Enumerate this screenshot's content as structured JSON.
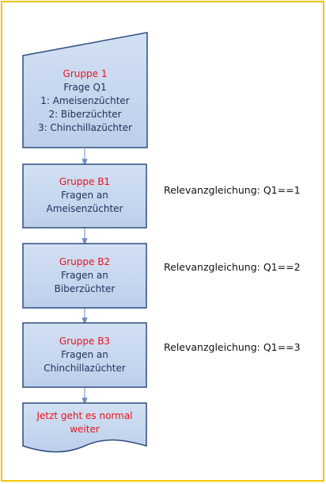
{
  "nodes": [
    {
      "id": "group1",
      "title": "Gruppe 1",
      "lines": [
        "Frage  Q1",
        "1: Ameisenzüchter",
        "2: Biberzüchter",
        "3: Chinchillazüchter"
      ]
    },
    {
      "id": "groupB1",
      "title": "Gruppe B1",
      "lines": [
        "Fragen an",
        "Ameisenzüchter"
      ]
    },
    {
      "id": "groupB2",
      "title": "Gruppe B2",
      "lines": [
        "Fragen an",
        "Biberzüchter"
      ]
    },
    {
      "id": "groupB3",
      "title": "Gruppe B3",
      "lines": [
        "Fragen an",
        "Chinchillazüchter"
      ]
    },
    {
      "id": "end",
      "title": "Jetzt geht es normal",
      "title2": "weiter"
    }
  ],
  "relevance": [
    "Relevanzgleichung: Q1==1",
    "Relevanzgleichung: Q1==2",
    "Relevanzgleichung: Q1==3"
  ],
  "colors": {
    "border": "#f2c500",
    "fill": "#c6d6ee",
    "stroke": "#2e4d7f",
    "title": "#e8141c",
    "text": "#1f2f5a",
    "arrow": "#7f9fcf"
  }
}
